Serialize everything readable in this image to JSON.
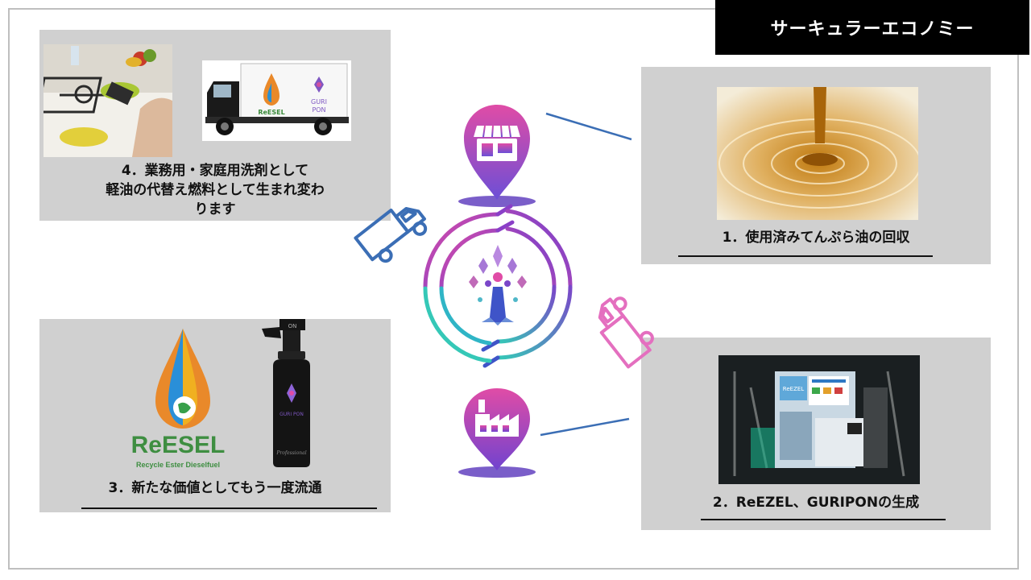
{
  "title": "サーキュラーエコノミー",
  "steps": {
    "s1": {
      "caption": "1．使用済みてんぷら油の回収"
    },
    "s2": {
      "caption": "2．ReEZEL、GURIPONの生成"
    },
    "s3": {
      "caption": "3．新たな価値としてもう一度流通"
    },
    "s4": {
      "line1": "4．業務用・家庭用洗剤として",
      "line2": "軽油の代替え燃料として生まれ変わ",
      "line3": "ります"
    }
  },
  "brands": {
    "reesel": "ReESEL",
    "reesel_sub": "Recycle Ester Dieselfuel",
    "truck_reesel": "ReESEL",
    "truck_guripon_a": "GURI",
    "truck_guripon_b": "PON",
    "bottle_guripon": "GURI PON",
    "bottle_script": "Professional",
    "bottle_cap": "ON"
  },
  "machine": {
    "label": "ReEZEL"
  },
  "colors": {
    "panel": "#d0d0d0",
    "accent_blue": "#3b6eb5",
    "accent_pink": "#e04ca6",
    "accent_purple": "#7a47c9",
    "accent_teal": "#35c8b7"
  },
  "icons": [
    "shop-icon",
    "factory-icon",
    "truck-icon",
    "tree-logo-icon"
  ]
}
